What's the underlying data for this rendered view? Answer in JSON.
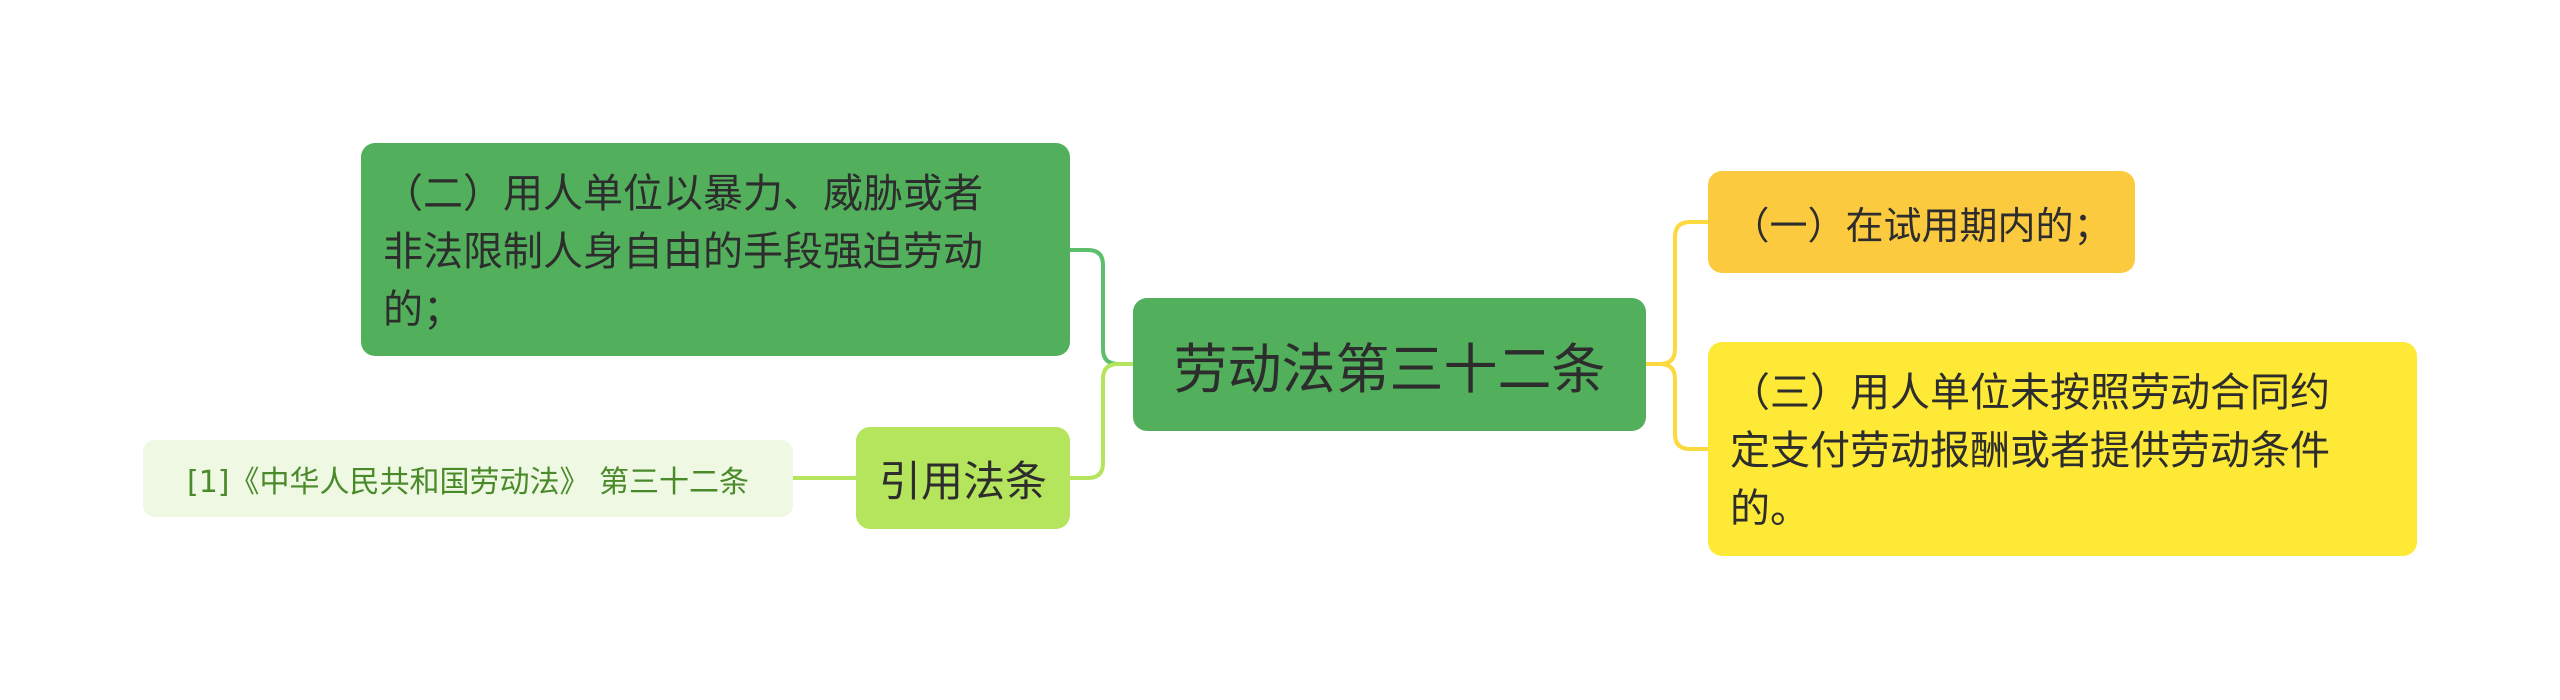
{
  "root": {
    "label": "劳动法第三十二条"
  },
  "left_branches": [
    {
      "label": "（二）用人单位以暴力、威胁或者\n非法限制人身自由的手段强迫劳动\n的；"
    },
    {
      "label": "引用法条",
      "children": [
        {
          "label": "[1]《中华人民共和国劳动法》 第三十二条"
        }
      ]
    }
  ],
  "right_branches": [
    {
      "label": "（一）在试用期内的；"
    },
    {
      "label": "（三）用人单位未按照劳动合同约\n定支付劳动报酬或者提供劳动条件\n的。"
    }
  ],
  "colors": {
    "root_fill": "#52b05c",
    "left_primary_fill": "#52b05c",
    "left_secondary_fill": "#b5e55c",
    "leaf_fill": "#eef8e2",
    "leaf_text": "#4b8a2a",
    "right_primary_fill": "#fcca3e",
    "right_secondary_fill": "#fde936",
    "left_connector": "#5bbf6b",
    "left_connector_light": "#b5e55c",
    "right_connector": "#fcd93e"
  }
}
